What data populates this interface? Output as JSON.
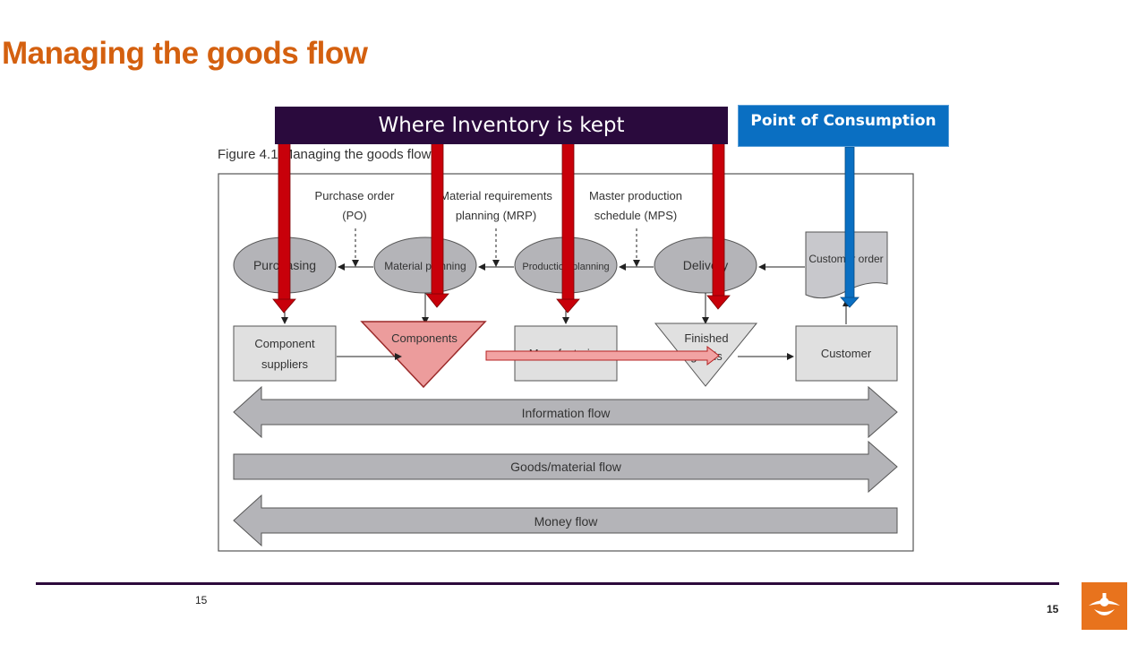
{
  "slide": {
    "title": "Managing the goods flow",
    "page_number_left": "15",
    "page_number_right": "15"
  },
  "callouts": {
    "inventory": "Where Inventory is kept",
    "consumption": "Point of Consumption"
  },
  "figure": {
    "caption": "Figure 4.1 Managing the goods flow",
    "planning_nodes": [
      "Purchasing",
      "Material planning",
      "Production planning",
      "Delivery"
    ],
    "customer_order": "Customer order",
    "inputs": [
      {
        "line1": "Purchase order",
        "line2": "(PO)"
      },
      {
        "line1": "Material requirements",
        "line2": "planning (MRP)"
      },
      {
        "line1": "Master production",
        "line2": "schedule (MPS)"
      }
    ],
    "goods_nodes": {
      "component_suppliers": [
        "Component",
        "suppliers"
      ],
      "components": "Components",
      "manufacturing": "Manufacturing",
      "finished_goods": [
        "Finished",
        "goods"
      ],
      "customer": "Customer"
    },
    "flows": [
      "Information flow",
      "Goods/material flow",
      "Money flow"
    ]
  },
  "colors": {
    "title": "#d4600f",
    "inventory_arrow": "#c8000a",
    "consumption_arrow": "#0a6fc2",
    "inventory_callout": "#2a0a3d"
  }
}
